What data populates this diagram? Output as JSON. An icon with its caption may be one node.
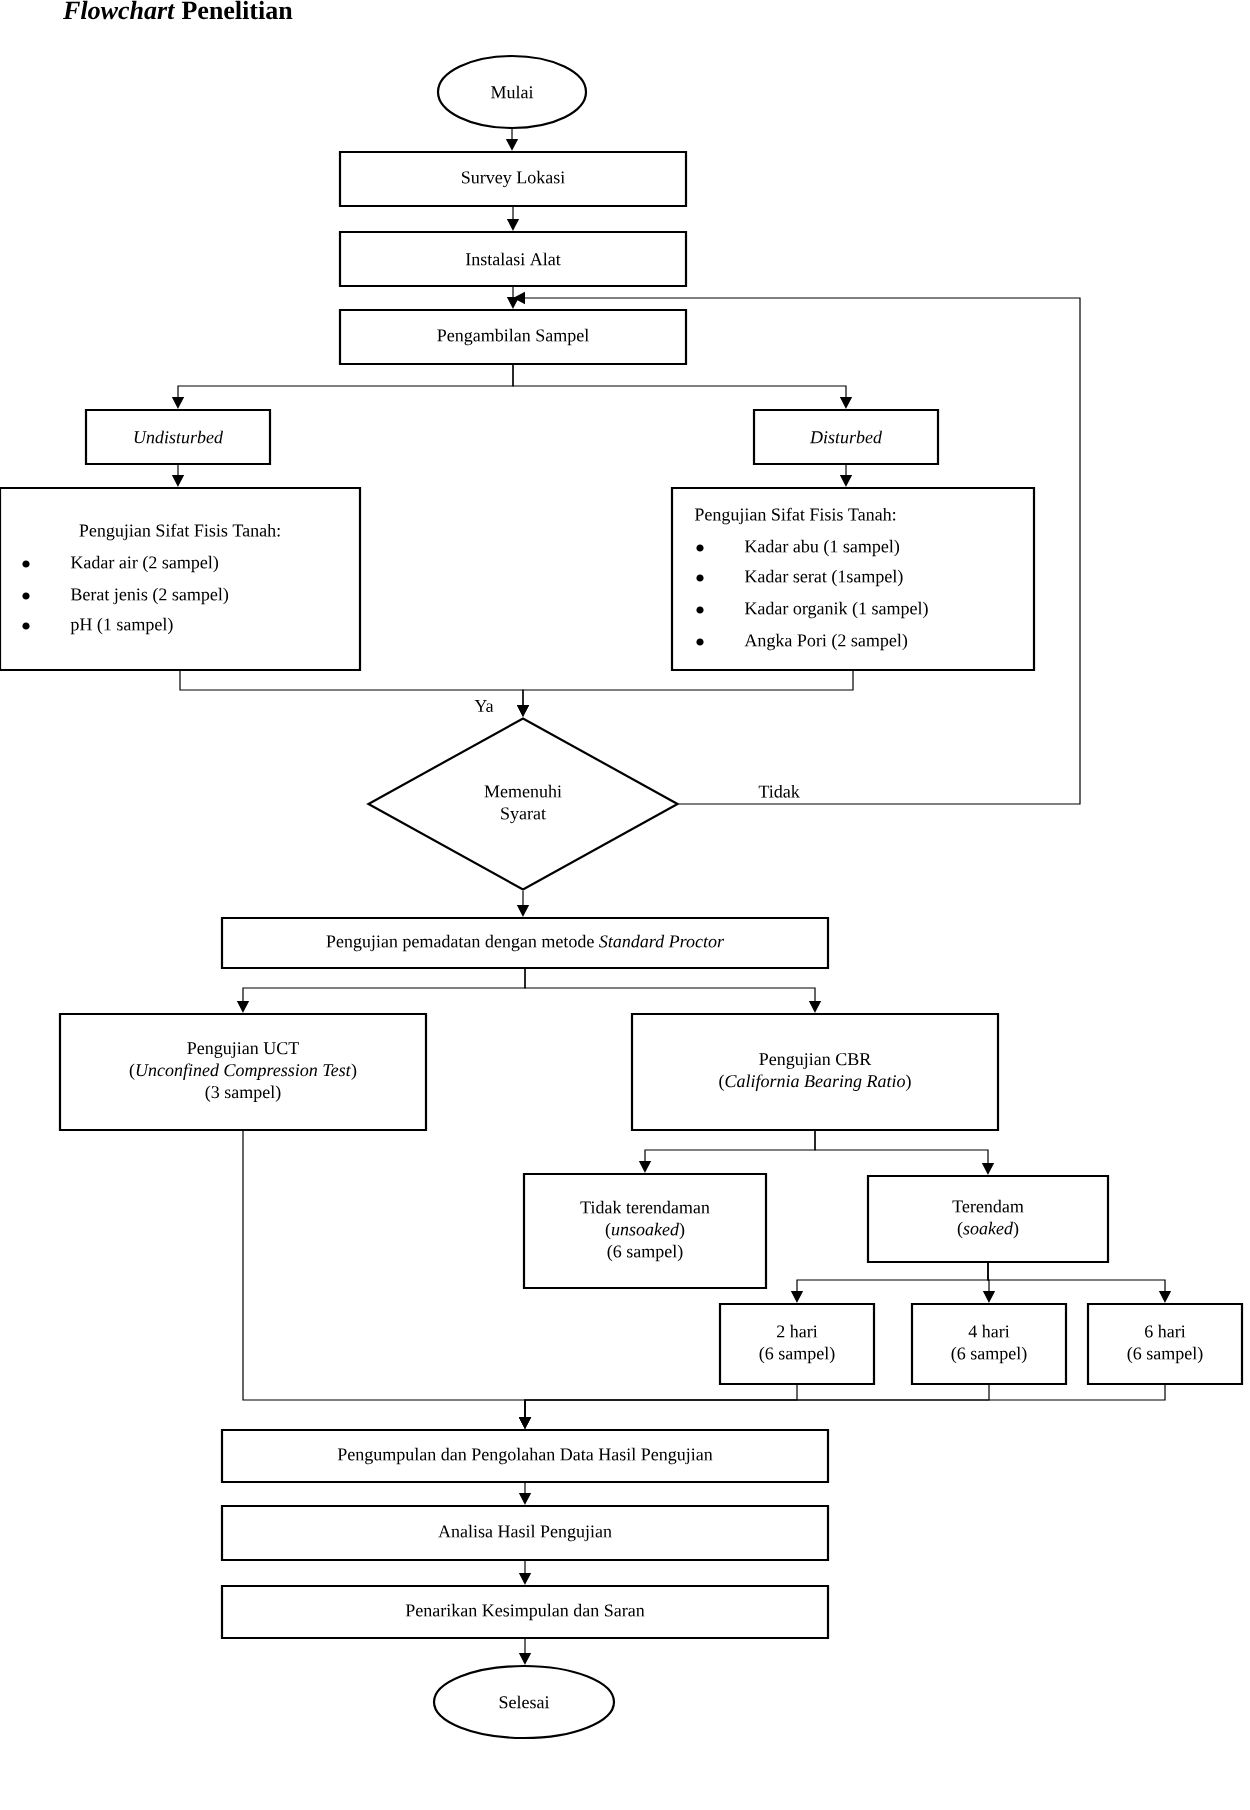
{
  "diagram": {
    "title": "*Flowchart* Penelitian",
    "nodes": [
      {
        "text": [
          "Mulai"
        ]
      },
      {
        "text": [
          "Survey Lokasi"
        ]
      },
      {
        "text": [
          "Instalasi Alat"
        ]
      },
      {
        "text": [
          "Pengambilan Sampel"
        ]
      },
      {
        "text": [
          "*Undisturbed*"
        ]
      },
      {
        "text": [
          "*Disturbed*"
        ]
      },
      {
        "text": [
          "Pengujian Sifat Fisis Tanah:",
          "Kadar air (2 sampel)",
          "Berat jenis (2 sampel)",
          "pH (1 sampel)"
        ]
      },
      {
        "text": [
          "Pengujian Sifat Fisis Tanah:",
          "Kadar abu (1 sampel)",
          "Kadar serat (1sampel)",
          "Kadar organik (1 sampel)",
          "Angka Pori (2 sampel)"
        ]
      },
      {
        "text": [
          "Memenuhi Syarat"
        ]
      },
      {
        "text": [
          "Pengujian pemadatan dengan metode *Standard Proctor*"
        ]
      },
      {
        "text": [
          "Pengujian UCT",
          "(*Unconfined Compression Test*)",
          "(3 sampel)"
        ]
      },
      {
        "text": [
          "Pengujian CBR",
          "(*California Bearing Ratio*)"
        ]
      },
      {
        "text": [
          "Tidak terendaman",
          "(*unsoaked*)",
          "(6 sampel)"
        ]
      },
      {
        "text": [
          "Terendam",
          "(*soaked*)"
        ]
      },
      {
        "text": [
          "2 hari",
          "(6 sampel)"
        ]
      },
      {
        "text": [
          "4 hari",
          "(6 sampel)"
        ]
      },
      {
        "text": [
          "6 hari",
          "(6 sampel)"
        ]
      },
      {
        "text": [
          "Pengumpulan dan Pengolahan Data Hasil Pengujian"
        ]
      },
      {
        "text": [
          "Analisa Hasil Pengujian"
        ]
      },
      {
        "text": [
          "Penarikan Kesimpulan dan Saran"
        ]
      },
      {
        "text": [
          "Selesai"
        ]
      }
    ],
    "edges": [
      {
        "from": 0,
        "to": 1,
        "arrow": "to"
      },
      {
        "from": 1,
        "to": 2,
        "arrow": "to"
      },
      {
        "from": 2,
        "to": 3,
        "arrow": "to"
      },
      {
        "from": 3,
        "to": 4,
        "arrow": "to"
      },
      {
        "from": 3,
        "to": 5,
        "arrow": "to"
      },
      {
        "from": 4,
        "to": 6,
        "arrow": "to"
      },
      {
        "from": 5,
        "to": 7,
        "arrow": "to"
      },
      {
        "from": 6,
        "to": 8,
        "arrow": "to"
      },
      {
        "from": 7,
        "to": 8,
        "arrow": "to"
      },
      {
        "from": 8,
        "to": 3,
        "arrow": "to",
        "label": "Tidak"
      },
      {
        "from": 8,
        "to": 9,
        "arrow": "to"
      },
      {
        "from": 9,
        "to": 10,
        "arrow": "to"
      },
      {
        "from": 9,
        "to": 11,
        "arrow": "to"
      },
      {
        "from": 11,
        "to": 12,
        "arrow": "to"
      },
      {
        "from": 11,
        "to": 13,
        "arrow": "to"
      },
      {
        "from": 13,
        "to": 14,
        "arrow": "to"
      },
      {
        "from": 13,
        "to": 15,
        "arrow": "to"
      },
      {
        "from": 13,
        "to": 16,
        "arrow": "to"
      },
      {
        "from": 10,
        "to": 17,
        "arrow": "to"
      },
      {
        "from": 14,
        "to": 17,
        "arrow": "to"
      },
      {
        "from": 15,
        "to": 17,
        "arrow": "to"
      },
      {
        "from": 16,
        "to": 17,
        "arrow": "to"
      },
      {
        "from": 17,
        "to": 18,
        "arrow": "to"
      },
      {
        "from": 18,
        "to": 19,
        "arrow": "to"
      },
      {
        "from": 19,
        "to": 20,
        "arrow": "to"
      }
    ],
    "labels": [
      "Ya"
    ]
  }
}
